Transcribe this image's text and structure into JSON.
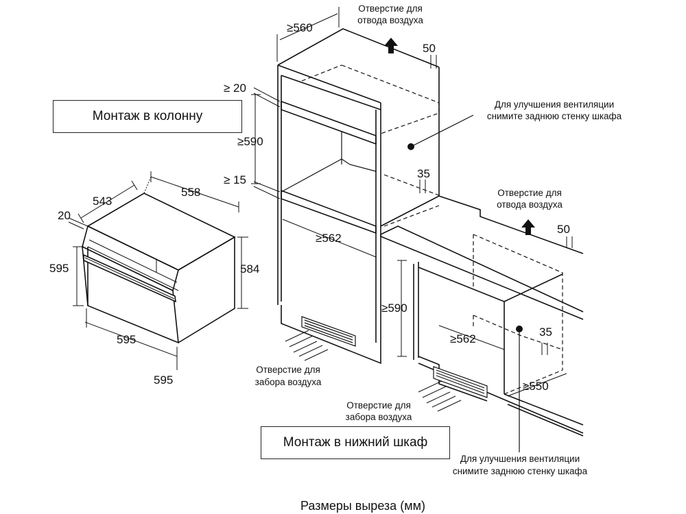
{
  "labels": {
    "column_install": "Монтаж в колонну",
    "base_install": "Монтаж в нижний шкаф",
    "caption": "Размеры выреза (мм)"
  },
  "notes": {
    "exhaust_line1": "Отверстие для",
    "exhaust_line2": "отвода воздуха",
    "intake_line1": "Отверстие для",
    "intake_line2": "забора воздуха",
    "vent_line1": "Для улучшения вентиляции",
    "vent_line2": "снимите заднюю стенку шкафа"
  },
  "oven_dims": {
    "depth_total": "543",
    "depth_body": "558",
    "front_thickness": "20",
    "front_height": "595",
    "body_height": "584",
    "front_width": "595",
    "overall_width": "595"
  },
  "column_dims": {
    "depth": "≥560",
    "vent_gap": "50",
    "top_gap": "≥ 20",
    "niche_height": "≥590",
    "bottom_gap": "≥ 15",
    "niche_width": "≥562",
    "rear_gap": "35"
  },
  "base_dims": {
    "vent_gap": "50",
    "niche_height": "≥590",
    "niche_width": "≥562",
    "rear_gap": "35",
    "depth": "≥550"
  }
}
